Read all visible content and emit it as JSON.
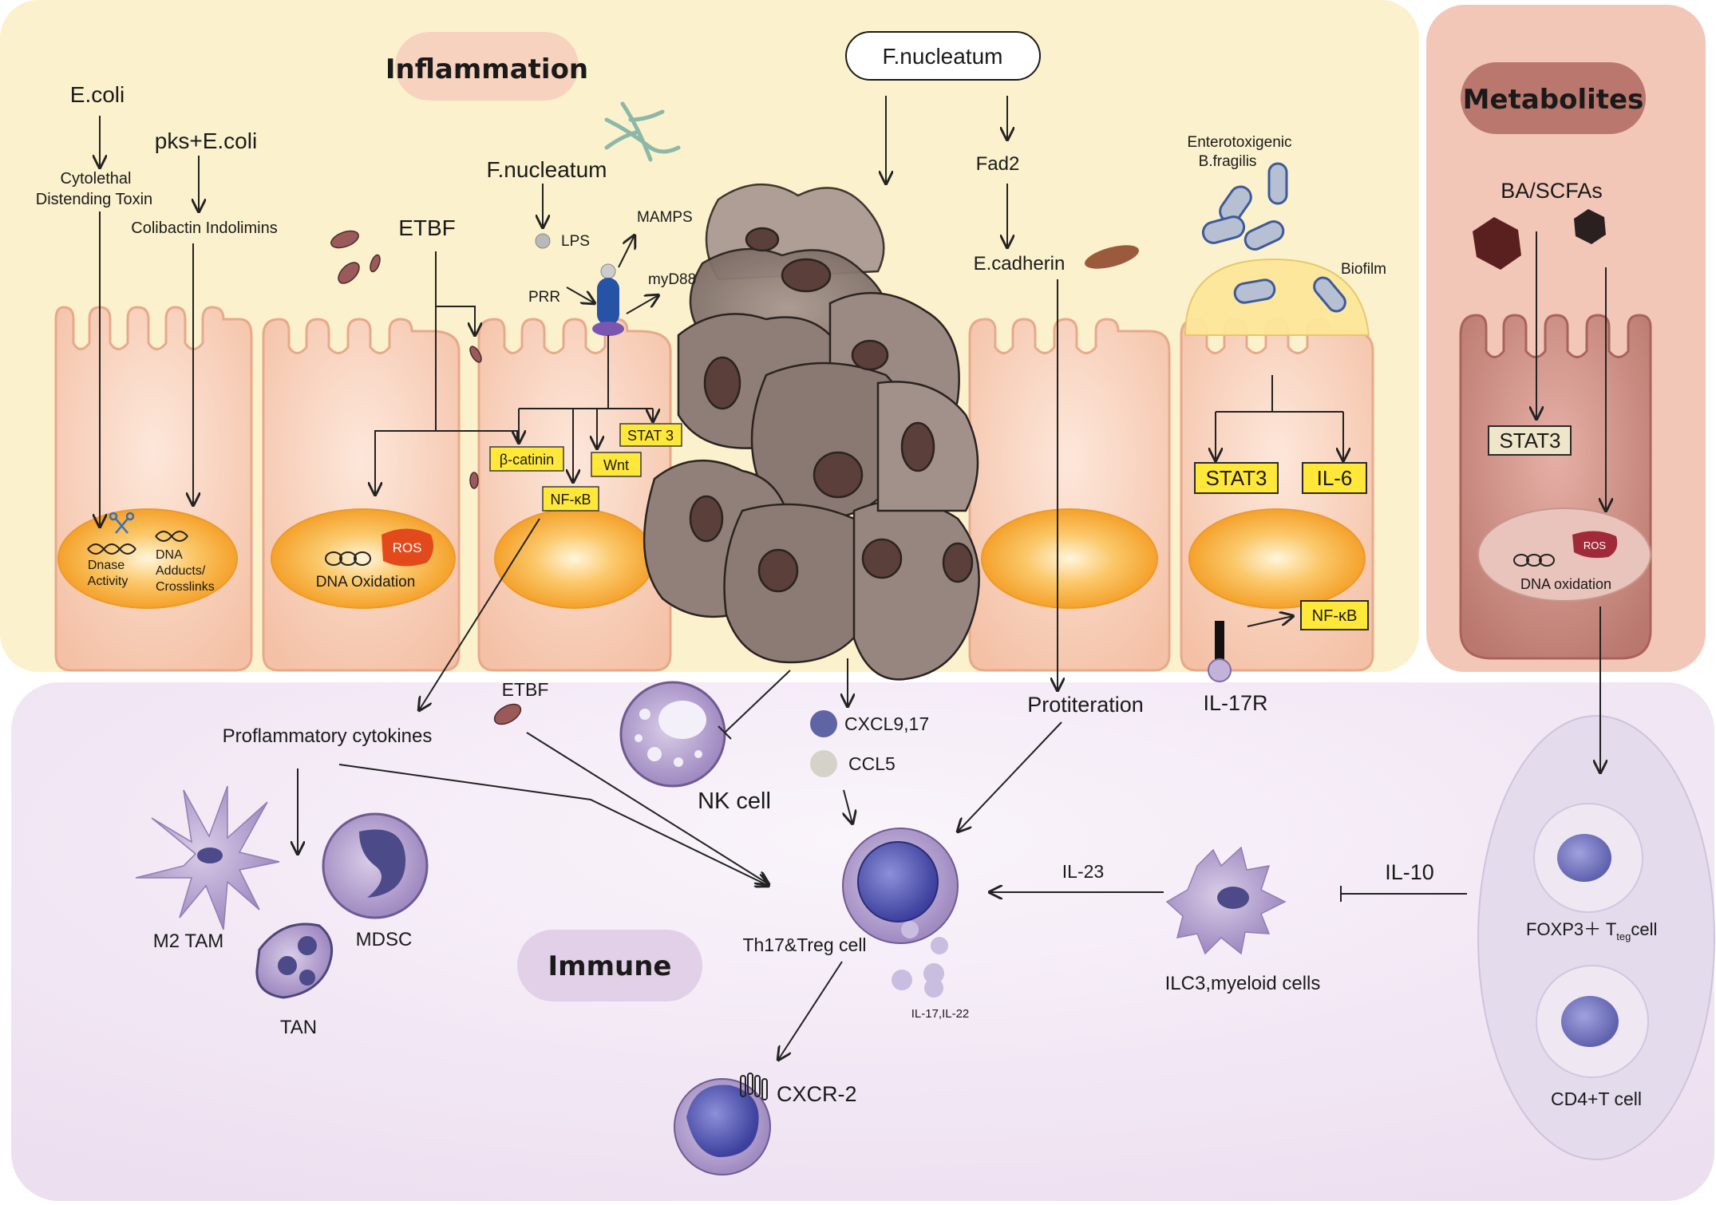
{
  "sections": {
    "inflammation": "Inflammation",
    "metabolites": "Metabolites",
    "immune": "Immune"
  },
  "labels": {
    "ecoli": "E.coli",
    "cdt_line1": "Cytolethal",
    "cdt_line2": "Distending  Toxin",
    "pks_ecoli": "pks+E.coli",
    "colibactin": "Colibactin Indolimins",
    "dnase_line1": "Dnase",
    "dnase_line2": "Activity",
    "adducts_line1": "DNA",
    "adducts_line2": "Adducts/",
    "adducts_line3": "Crosslinks",
    "etbf_top": "ETBF",
    "ros_left": "ROS",
    "dna_oxidation_left": "DNA Oxidation",
    "fnucleatum_mid": "F.nucleatum",
    "lps": "LPS",
    "mamps": "MAMPS",
    "prr": "PRR",
    "myd88": "myD88",
    "beta_catenin": "β-catinin",
    "wnt": "Wnt",
    "stat3_small": "STAT 3",
    "nfkb_left": "NF-κB",
    "fnucleatum_top": "F.nucleatum",
    "fad2": "Fad2",
    "ecadherin": "E.cadherin",
    "etbf_bfragilis_line1": "Enterotoxigenic",
    "etbf_bfragilis_line2": "B.fragilis",
    "biofilm": "Biofilm",
    "stat3_right": "STAT3",
    "il6": "IL-6",
    "nfkb_right": "NF-κB",
    "il17r": "IL-17R",
    "ba_scfas": "BA/SCFAs",
    "stat3_metab": "STAT3",
    "ros_right": "ROS",
    "dna_oxidation_right": "DNA oxidation",
    "protiteration": "Protiteration",
    "etbf_immune": "ETBF",
    "proinflammatory": "Proflammatory cytokines",
    "nk_cell": "NK cell",
    "cxcl": "CXCL9,17",
    "ccl5": "CCL5",
    "m2tam": "M2 TAM",
    "mdsc": "MDSC",
    "tan": "TAN",
    "th17treg": "Th17&Treg cell",
    "il17il22": "IL-17,IL-22",
    "il23": "IL-23",
    "ilc3": "ILC3,myeloid cells",
    "il10": "IL-10",
    "foxp3_main": "FOXP3＋ T",
    "foxp3_sub": "teg",
    "foxp3_tail": "cell",
    "cd4": "CD4+T cell",
    "cxcr2": "CXCR-2"
  },
  "colors": {
    "top_panel": "#fbf3d2",
    "metab_panel": "#f3c9bb",
    "immune_panel": "#f3eaf5",
    "cell_fill": "#f8d5c1",
    "nucleus": "#f6a634",
    "label_yellow": "#ffe83a",
    "tumor": "#8f7f78",
    "immune_cell": "#a58fc3"
  }
}
